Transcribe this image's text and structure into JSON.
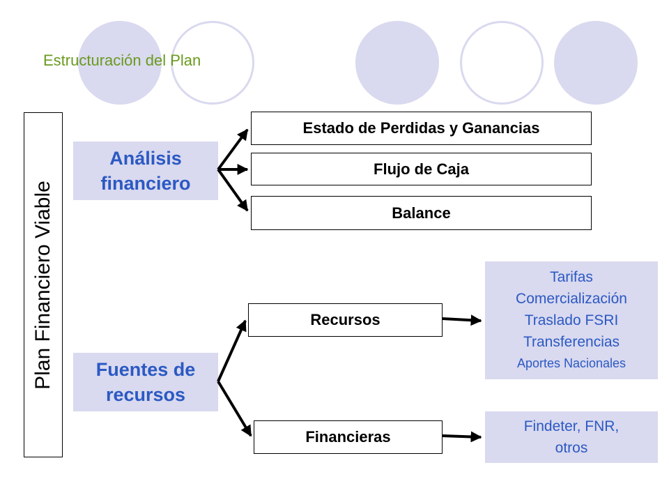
{
  "title": "Estructuración del Plan",
  "vertical_label": "Plan Financiero Viable",
  "categories": {
    "analisis": "Análisis financiero",
    "fuentes": "Fuentes de recursos"
  },
  "analisis_items": [
    "Estado de Perdidas y Ganancias",
    "Flujo de Caja",
    "Balance"
  ],
  "fuentes_items": [
    "Recursos",
    "Financieras"
  ],
  "recursos_sources": [
    "Tarifas",
    "Comercialización",
    "Traslado FSRI",
    "Transferencias",
    "Aportes Nacionales"
  ],
  "financieras_sources": [
    "Findeter, FNR,",
    "otros"
  ],
  "colors": {
    "accent": "#2b59c3",
    "title": "#6a9a1e",
    "fill": "#d9d9ef"
  }
}
